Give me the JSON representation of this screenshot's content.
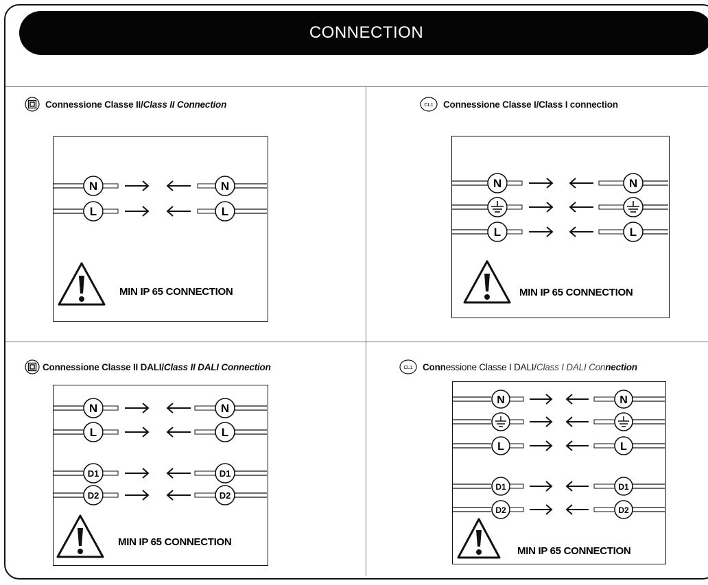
{
  "header": {
    "title": "CONNECTION"
  },
  "icons": {
    "class_ii": "double-square-icon",
    "class_i": "cl1-badge-icon"
  },
  "class_i_badge": "CL1",
  "panels": [
    {
      "title_it": "Connessione Classe II",
      "sep": " / ",
      "title_en": "Class II Connection",
      "terminals": [
        "N",
        "L"
      ],
      "warning": "MIN IP 65 CONNECTION"
    },
    {
      "title_it": "Connessione Classe I",
      "sep": " / ",
      "title_en": "Class I connection",
      "terminals": [
        "N",
        "earth",
        "L"
      ],
      "warning": "MIN IP 65 CONNECTION"
    },
    {
      "title_it": "Connessione Classe II DALI",
      "sep": " / ",
      "title_en": "Class II DALI Connection",
      "terminals": [
        "N",
        "L",
        "D1",
        "D2"
      ],
      "warning": "MIN IP 65 CONNECTION"
    },
    {
      "title_it_a": "Conn",
      "title_it_b": "essione Classe I DALI",
      "sep": " / ",
      "title_en_a": "Class I DALI Con",
      "title_en_b": "nection",
      "terminals": [
        "N",
        "earth",
        "L",
        "D1",
        "D2"
      ],
      "warning": "MIN IP 65 CONNECTION"
    }
  ]
}
